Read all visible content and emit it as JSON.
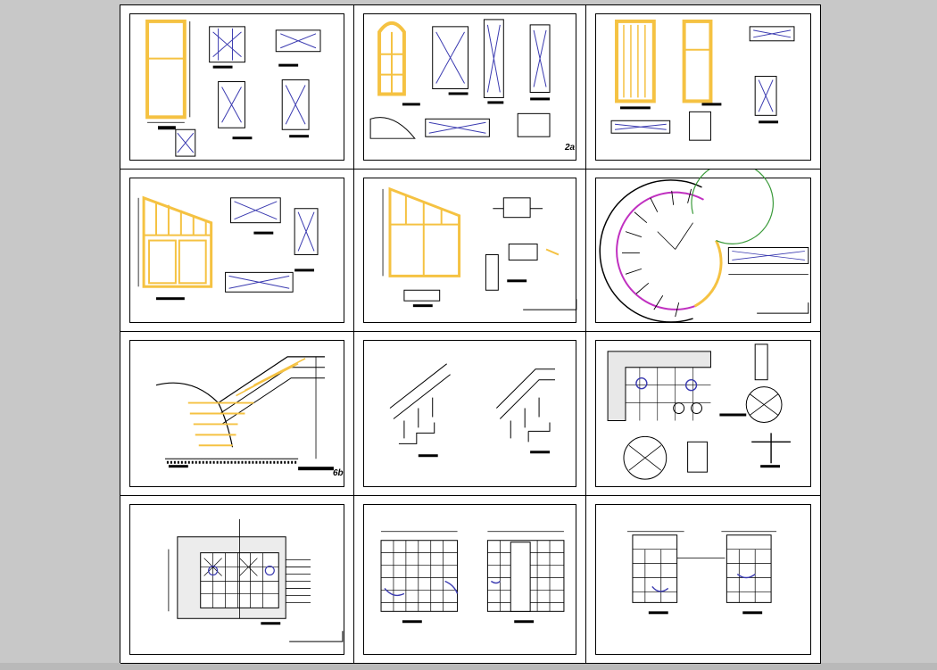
{
  "viewer": {
    "sheets": [
      {
        "id": "door-details",
        "label": ""
      },
      {
        "id": "door-frame-details",
        "label": "2a"
      },
      {
        "id": "door-panel-details",
        "label": ""
      },
      {
        "id": "window-elevation",
        "label": ""
      },
      {
        "id": "window-frame-sections",
        "label": ""
      },
      {
        "id": "spiral-stair-plan",
        "label": ""
      },
      {
        "id": "stair-railing-perspective",
        "label": "6b"
      },
      {
        "id": "railing-sections",
        "label": ""
      },
      {
        "id": "wall-anchor-details",
        "label": ""
      },
      {
        "id": "wall-grid-elevation",
        "label": ""
      },
      {
        "id": "bathroom-elevations",
        "label": ""
      },
      {
        "id": "washbasin-elevations",
        "label": ""
      }
    ]
  },
  "colors": {
    "page_background": "#c8c8c8",
    "sheet_background": "#ffffff",
    "line": "#000000",
    "frame_yellow": "#f5c242",
    "accent_blue": "#3a3ab0",
    "accent_magenta": "#c030c0",
    "accent_green": "#3a9a3a"
  }
}
